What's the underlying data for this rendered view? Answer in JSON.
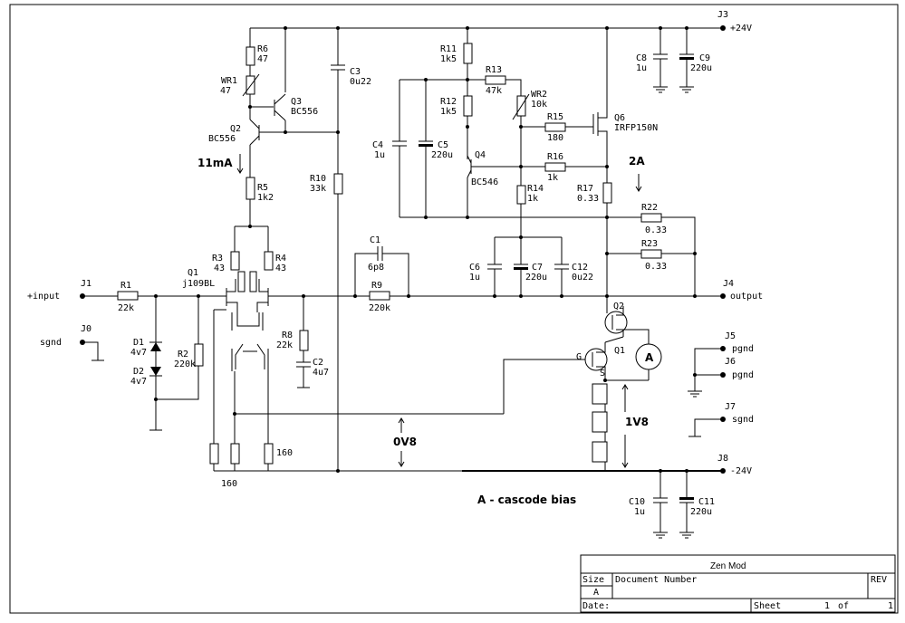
{
  "connectors": {
    "j1": {
      "ref": "J1",
      "name": "+input"
    },
    "j0": {
      "ref": "J0",
      "name": "sgnd"
    },
    "j3": {
      "ref": "J3",
      "name": "+24V"
    },
    "j4": {
      "ref": "J4",
      "name": "output"
    },
    "j5": {
      "ref": "J5",
      "name": "pgnd"
    },
    "j6": {
      "ref": "J6",
      "name": "pgnd"
    },
    "j7": {
      "ref": "J7",
      "name": "sgnd"
    },
    "j8": {
      "ref": "J8",
      "name": "-24V"
    }
  },
  "resistors": {
    "r1": {
      "ref": "R1",
      "value": "22k"
    },
    "r2": {
      "ref": "R2",
      "value": "220k"
    },
    "r3": {
      "ref": "R3",
      "value": "43"
    },
    "r4": {
      "ref": "R4",
      "value": "43"
    },
    "r5": {
      "ref": "R5",
      "value": "1k2"
    },
    "r6": {
      "ref": "R6",
      "value": "47"
    },
    "r8": {
      "ref": "R8",
      "value": "22k"
    },
    "r9": {
      "ref": "R9",
      "value": "220k"
    },
    "r10": {
      "ref": "R10",
      "value": "33k"
    },
    "r11": {
      "ref": "R11",
      "value": "1k5"
    },
    "r12": {
      "ref": "R12",
      "value": "1k5"
    },
    "r13": {
      "ref": "R13",
      "value": "47k"
    },
    "r14": {
      "ref": "R14",
      "value": "1k"
    },
    "r15": {
      "ref": "R15",
      "value": "180"
    },
    "r16": {
      "ref": "R16",
      "value": "1k"
    },
    "r17": {
      "ref": "R17",
      "value": "0.33"
    },
    "r22": {
      "ref": "R22",
      "value": "0.33"
    },
    "r23": {
      "ref": "R23",
      "value": "0.33"
    },
    "wr1": {
      "ref": "WR1",
      "value": "47"
    },
    "wr2": {
      "ref": "WR2",
      "value": "10k"
    },
    "r160a": {
      "value": "160"
    },
    "r160b": {
      "value": "160"
    }
  },
  "capacitors": {
    "c1": {
      "ref": "C1",
      "value": "6p8"
    },
    "c2": {
      "ref": "C2",
      "value": "4u7"
    },
    "c3": {
      "ref": "C3",
      "value": "0u22"
    },
    "c4": {
      "ref": "C4",
      "value": "1u"
    },
    "c5": {
      "ref": "C5",
      "value": "220u"
    },
    "c6": {
      "ref": "C6",
      "value": "1u"
    },
    "c7": {
      "ref": "C7",
      "value": "220u"
    },
    "c8": {
      "ref": "C8",
      "value": "1u"
    },
    "c9": {
      "ref": "C9",
      "value": "220u"
    },
    "c10": {
      "ref": "C10",
      "value": "1u"
    },
    "c11": {
      "ref": "C11",
      "value": "220u"
    },
    "c12": {
      "ref": "C12",
      "value": "0u22"
    }
  },
  "semis": {
    "q1": {
      "ref": "Q1",
      "value": "j109BL"
    },
    "q2": {
      "ref": "Q2",
      "value": "BC556"
    },
    "q3": {
      "ref": "Q3",
      "value": "BC556"
    },
    "q4": {
      "ref": "Q4",
      "value": "BC546"
    },
    "q6": {
      "ref": "Q6",
      "value": "IRFP150N"
    },
    "d1": {
      "ref": "D1",
      "value": "4v7"
    },
    "d2": {
      "ref": "D2",
      "value": "4v7"
    },
    "cq1": {
      "ref": "Q1"
    },
    "cq2": {
      "ref": "Q2"
    }
  },
  "annotations": {
    "current_11ma": "11mA",
    "current_2a": "2A",
    "v_0v8": "0V8",
    "v_1v8": "1V8",
    "cascode": "A - cascode bias",
    "meter": "A",
    "gate": "G",
    "source": "S"
  },
  "title_block": {
    "title": "Zen Mod",
    "size_label": "Size",
    "size_value": "A",
    "doc_label": "Document Number",
    "rev_label": "REV",
    "date_label": "Date:",
    "sheet_label": "Sheet",
    "sheet_value": "1",
    "of_label": "of",
    "of_value": "1"
  }
}
